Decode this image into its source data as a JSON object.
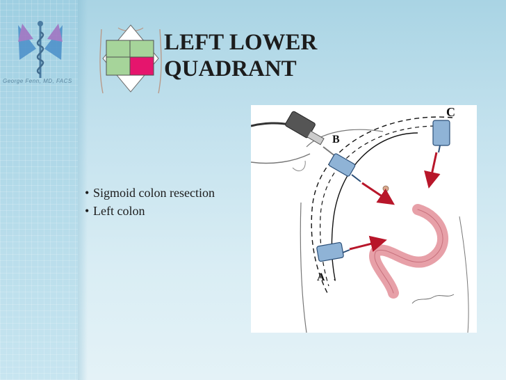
{
  "logo": {
    "caption": "George Fenn, MD, FACS",
    "icon": "caduceus-icon"
  },
  "quadrant_diagram": {
    "icon": "abdomen-quadrant-icon",
    "highlight_color": "#e5156d",
    "quadrant_color": "#a6d49a"
  },
  "slide": {
    "title_line1": "LEFT LOWER",
    "title_line2": "QUADRANT",
    "bullets": [
      "Sigmoid colon resection",
      "Left colon"
    ]
  },
  "illustration": {
    "port_labels": {
      "a": "A",
      "b": "B",
      "c": "C"
    },
    "arrow_color": "#b8162a"
  }
}
